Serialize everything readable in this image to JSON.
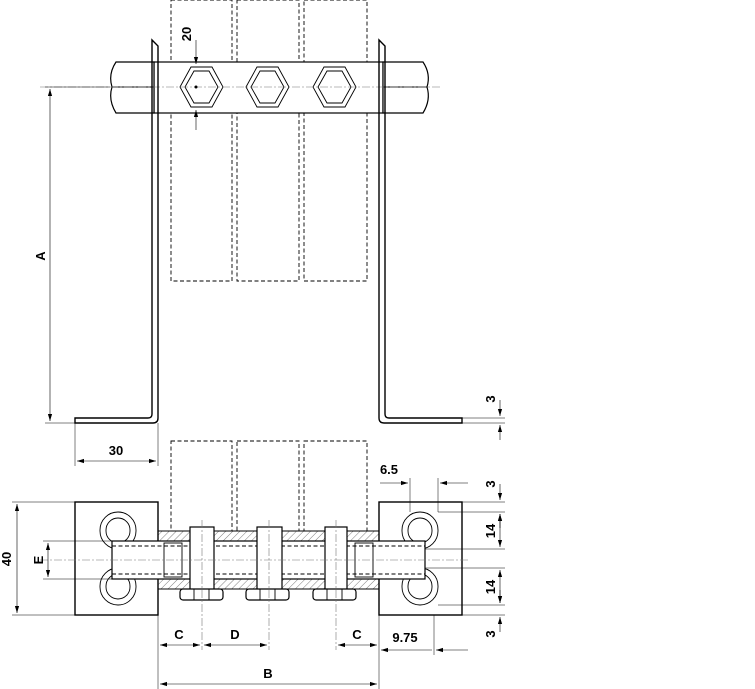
{
  "dimensions": {
    "a": "A",
    "b": "B",
    "c_left": "C",
    "c_right": "C",
    "d": "D",
    "e": "E",
    "w30": "30",
    "h40": "40",
    "h20": "20",
    "t3_side": "3",
    "t3_top": "3",
    "t3_bottom": "3",
    "w6_5": "6.5",
    "w9_75": "9.75",
    "h14_top": "14",
    "h14_bottom": "14"
  }
}
